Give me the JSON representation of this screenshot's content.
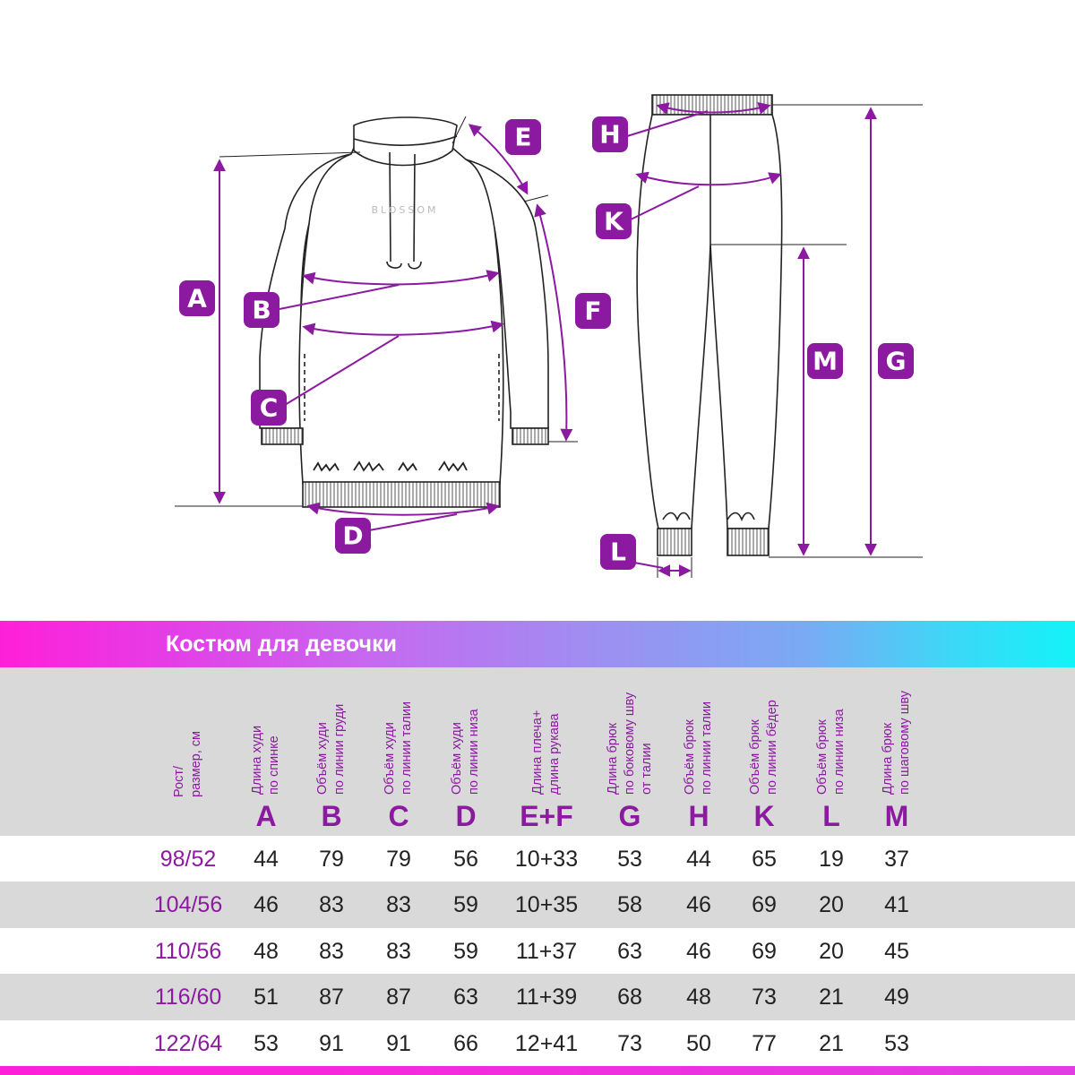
{
  "diagram": {
    "hoodie_print": "BLOSSOM",
    "labels": [
      "A",
      "B",
      "C",
      "D",
      "E",
      "F",
      "G",
      "H",
      "K",
      "L",
      "M"
    ]
  },
  "colors": {
    "accent": "#8b1aa0",
    "badge": "#8b1aa0",
    "banner_start": "#ff1fd9",
    "banner_end": "#12f3f8",
    "row_grey": "#d9d9d9"
  },
  "table": {
    "title": "Костюм для девочки",
    "columns": [
      {
        "label": "Рост/\nразмер, см",
        "letter": ""
      },
      {
        "label": "Длина худи\nпо спинке",
        "letter": "A"
      },
      {
        "label": "Объём худи\nпо линии груди",
        "letter": "B"
      },
      {
        "label": "Объём худи\nпо линии талии",
        "letter": "C"
      },
      {
        "label": "Объём худи\nпо линии низа",
        "letter": "D"
      },
      {
        "label": "Длина плеча+\nдлина рукава",
        "letter": "E+F"
      },
      {
        "label": "Длина брюк\nпо боковому шву\nот талии",
        "letter": "G"
      },
      {
        "label": "Объём брюк\nпо линии талии",
        "letter": "H"
      },
      {
        "label": "Объём брюк\nпо линии бёдер",
        "letter": "K"
      },
      {
        "label": "Объём брюк\nпо линии низа",
        "letter": "L"
      },
      {
        "label": "Длина брюк\nпо шаговому шву",
        "letter": "M"
      }
    ],
    "rows": [
      [
        "98/52",
        "44",
        "79",
        "79",
        "56",
        "10+33",
        "53",
        "44",
        "65",
        "19",
        "37"
      ],
      [
        "104/56",
        "46",
        "83",
        "83",
        "59",
        "10+35",
        "58",
        "46",
        "69",
        "20",
        "41"
      ],
      [
        "110/56",
        "48",
        "83",
        "83",
        "59",
        "11+37",
        "63",
        "46",
        "69",
        "20",
        "45"
      ],
      [
        "116/60",
        "51",
        "87",
        "87",
        "63",
        "11+39",
        "68",
        "48",
        "73",
        "21",
        "49"
      ],
      [
        "122/64",
        "53",
        "91",
        "91",
        "66",
        "12+41",
        "73",
        "50",
        "77",
        "21",
        "53"
      ]
    ]
  }
}
